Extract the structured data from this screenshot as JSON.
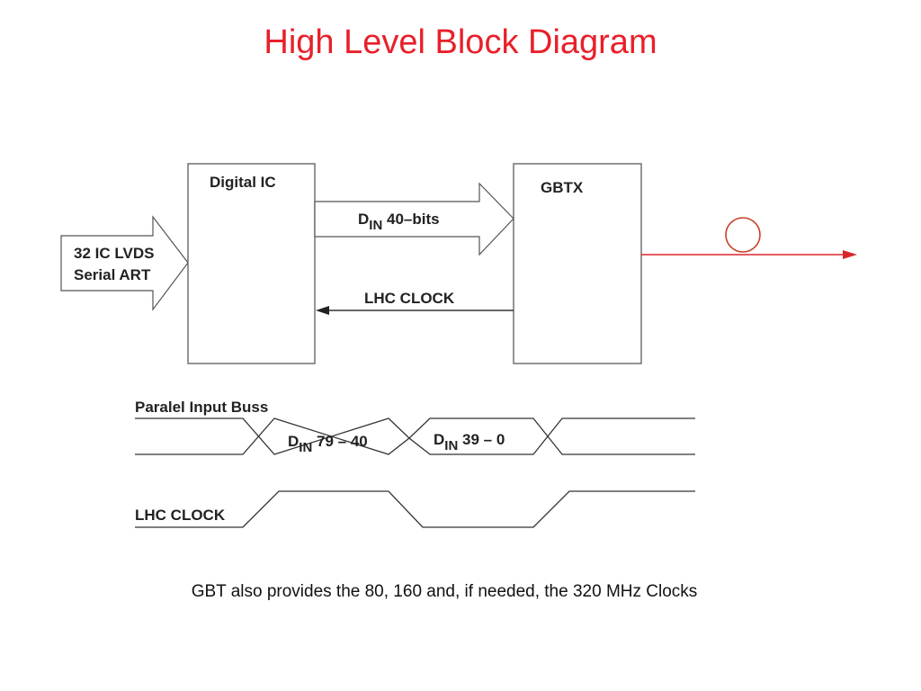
{
  "slide": {
    "title": "High Level Block Diagram",
    "caption": "GBT also provides the 80, 160 and, if needed, the 320 MHz Clocks"
  },
  "block_diagram": {
    "input_label_line1": "32 IC LVDS",
    "input_label_line2": "Serial ART",
    "digital_ic_label": "Digital IC",
    "gbtx_label": "GBTX",
    "data_bus": {
      "main": "D",
      "subscript": "IN",
      "suffix": " 40–bits"
    },
    "clock_label": "LHC CLOCK"
  },
  "timing_diagram": {
    "bus_label": "Paralel Input Buss",
    "segment1": {
      "main": "D",
      "subscript": "IN",
      "suffix": " 79 – 40"
    },
    "segment2": {
      "main": "D",
      "subscript": "IN",
      "suffix": "  39 – 0"
    },
    "clock_label": "LHC CLOCK"
  },
  "colors": {
    "title": "#e8202a",
    "optical_link": "#d9262b",
    "lines": "#333333"
  }
}
